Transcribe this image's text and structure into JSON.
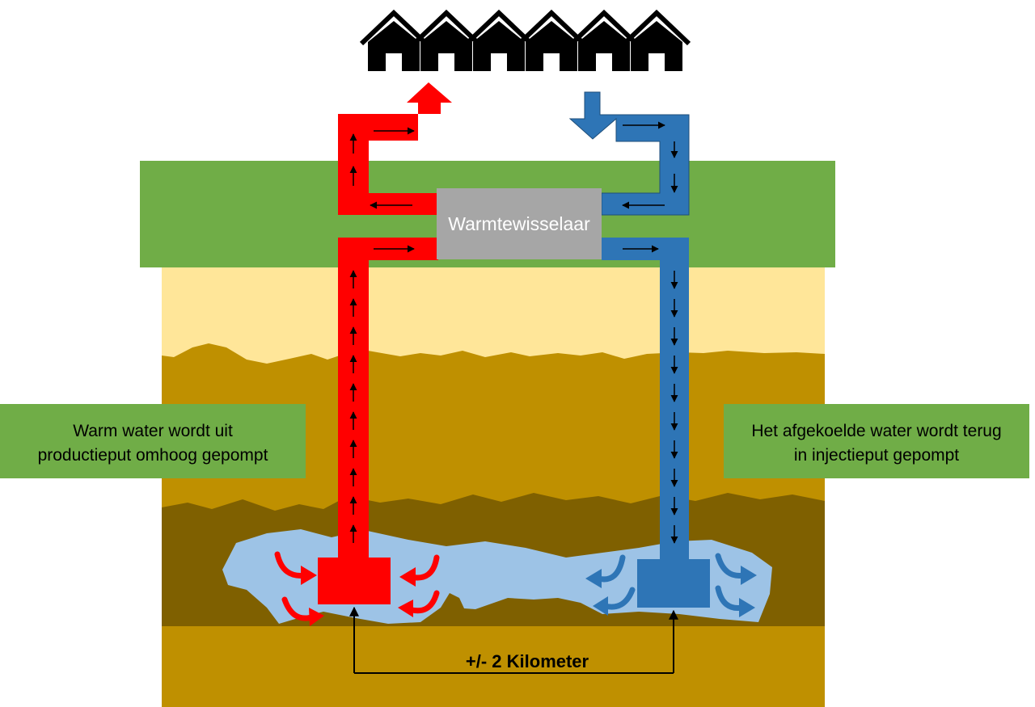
{
  "heat_exchanger_label": "Warmtewisselaar",
  "left_box": {
    "line1": "Warm water wordt uit",
    "line2": "productieput omhoog gepompt"
  },
  "right_box": {
    "line1": "Het  afgekoelde water wordt terug",
    "line2": "in injectieput gepompt"
  },
  "distance_label": "+/- 2 Kilometer",
  "house_count": 6,
  "colors": {
    "hot": "#ff0000",
    "cold": "#2e75b6",
    "grass": "#70ad47",
    "sand": "#ffe699",
    "soil": "#bf9000",
    "dark_soil": "#7f6000",
    "reservoir": "#9dc3e6",
    "exchanger": "#a6a6a6"
  }
}
